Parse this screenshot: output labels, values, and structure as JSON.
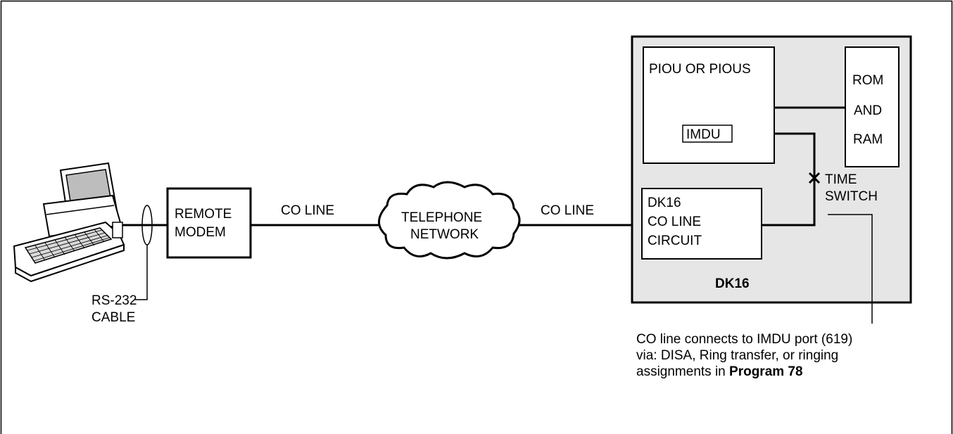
{
  "laptop": {
    "icon": "laptop-computer-icon"
  },
  "cable_label": [
    "RS-232",
    "CABLE"
  ],
  "modem": {
    "lines": [
      "REMOTE",
      "MODEM"
    ]
  },
  "co_line_left": "CO LINE",
  "co_line_right": "CO LINE",
  "network": {
    "lines": [
      "TELEPHONE",
      "NETWORK"
    ]
  },
  "dk16": {
    "title": "DK16",
    "piou": "PIOU OR PIOUS",
    "imdu": "IMDU",
    "rom_ram": [
      "ROM",
      "AND",
      "RAM"
    ],
    "co_circuit": [
      "DK16",
      "CO LINE",
      "CIRCUIT"
    ],
    "time_switch": [
      "TIME",
      "SWITCH"
    ]
  },
  "note": {
    "line1": "CO line connects to IMDU port (619)",
    "line2": "via: DISA, Ring transfer, or ringing",
    "line3_prefix": "assignments in ",
    "line3_bold": "Program 78"
  },
  "colors": {
    "panel_fill": "#e6e6e6",
    "line": "#000000"
  }
}
